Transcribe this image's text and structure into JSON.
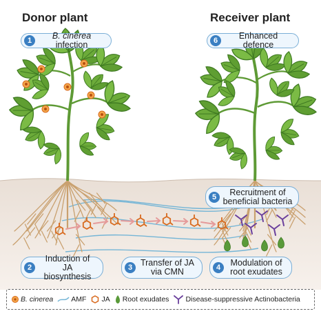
{
  "titles": {
    "donor": "Donor plant",
    "receiver": "Receiver plant"
  },
  "steps": [
    {
      "num": "1",
      "lines": [
        "infection"
      ],
      "italic_prefix": "B. cinerea"
    },
    {
      "num": "2",
      "lines": [
        "Induction of",
        "JA biosynthesis"
      ]
    },
    {
      "num": "3",
      "lines": [
        "Transfer of JA",
        "via CMN"
      ]
    },
    {
      "num": "4",
      "lines": [
        "Modulation of",
        "root exudates"
      ]
    },
    {
      "num": "5",
      "lines": [
        "Recruitment of",
        "beneficial bacteria"
      ]
    },
    {
      "num": "6",
      "lines": [
        "Enhanced defence"
      ]
    }
  ],
  "legend": {
    "b_cinerea": "B. cinerea",
    "amf": "AMF",
    "ja": "JA",
    "root_exudates": "Root exudates",
    "actinobacteria": "Disease-suppressive Actinobacteria"
  },
  "colors": {
    "leaf": "#6cab3a",
    "leaf_dark": "#3f7a22",
    "stem": "#5e9a35",
    "soil": "#f3ebe4",
    "root": "#c9a06e",
    "hypha": "#74b5d6",
    "ja": "#d86a1e",
    "infection": "#e87a22",
    "exudate": "#5a9a3a",
    "bacteria": "#6a3f9c",
    "arrow": "#e59a9a",
    "step_border": "#7aaed6",
    "step_num": "#3a7fc2"
  }
}
